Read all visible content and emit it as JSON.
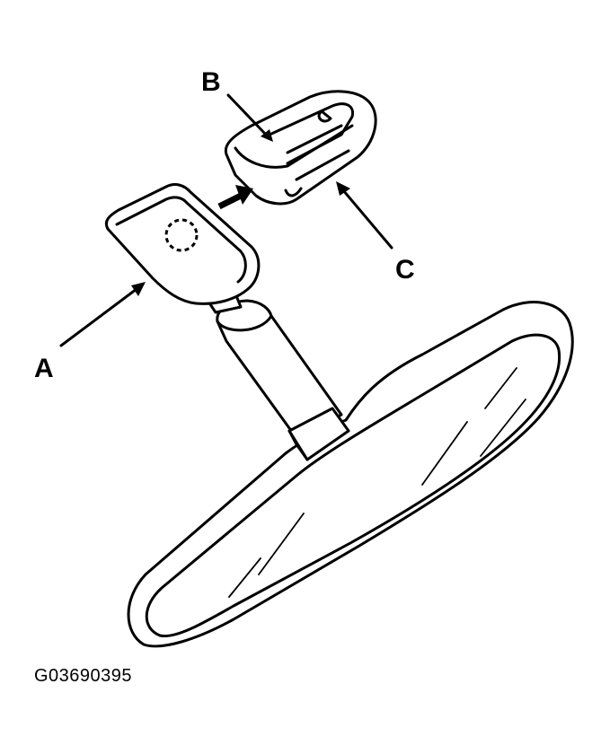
{
  "callouts": {
    "a": "A",
    "b": "B",
    "c": "C"
  },
  "figure_id": "G03690395"
}
